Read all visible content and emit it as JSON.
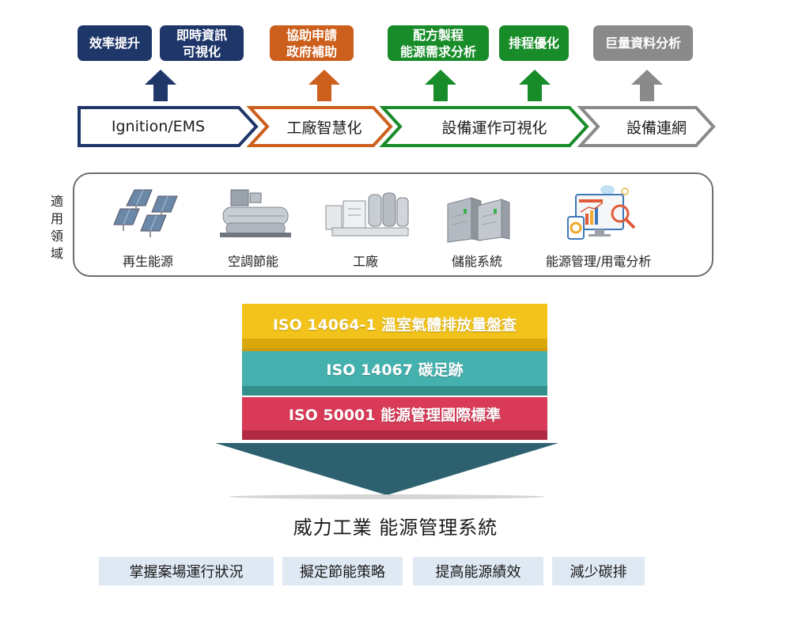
{
  "top_badges": [
    {
      "text": "效率提升",
      "color": "#1f3669"
    },
    {
      "text": "即時資訊\n可視化",
      "color": "#1f3669"
    },
    {
      "text": "協助申請\n政府補助",
      "color": "#cd5f1d"
    },
    {
      "text": "配方製程\n能源需求分析",
      "color": "#198c2a"
    },
    {
      "text": "排程優化",
      "color": "#198c2a"
    },
    {
      "text": "巨量資料分析",
      "color": "#8a8a8a"
    }
  ],
  "stages": [
    {
      "label": "Ignition/EMS",
      "color": "#1f3669"
    },
    {
      "label": "工廠智慧化",
      "color": "#cd5f1d"
    },
    {
      "label": "設備運作可視化",
      "color": "#198c2a"
    },
    {
      "label": "設備連網",
      "color": "#8a8a8a"
    }
  ],
  "applicable_domains": {
    "label_chars": [
      "適",
      "用",
      "領",
      "域"
    ],
    "items": [
      {
        "label": "再生能源",
        "icon": "solar-panel-icon"
      },
      {
        "label": "空調節能",
        "icon": "chiller-icon"
      },
      {
        "label": "工廠",
        "icon": "factory-equipment-icon"
      },
      {
        "label": "儲能系統",
        "icon": "energy-storage-cabinet-icon"
      },
      {
        "label": "能源管理/用電分析",
        "icon": "analytics-dashboard-icon"
      }
    ]
  },
  "standards": [
    {
      "text": "ISO 14064-1  溫室氣體排放量盤查",
      "color": "#f2c31a"
    },
    {
      "text": "ISO 14067  碳足跡",
      "color": "#45b1ae"
    },
    {
      "text": "ISO 50001  能源管理國際標準",
      "color": "#d93a57"
    }
  ],
  "system_title": "威力工業 能源管理系統",
  "goals": [
    "掌握案場運行狀況",
    "擬定節能策略",
    "提高能源績效",
    "減少碳排"
  ]
}
